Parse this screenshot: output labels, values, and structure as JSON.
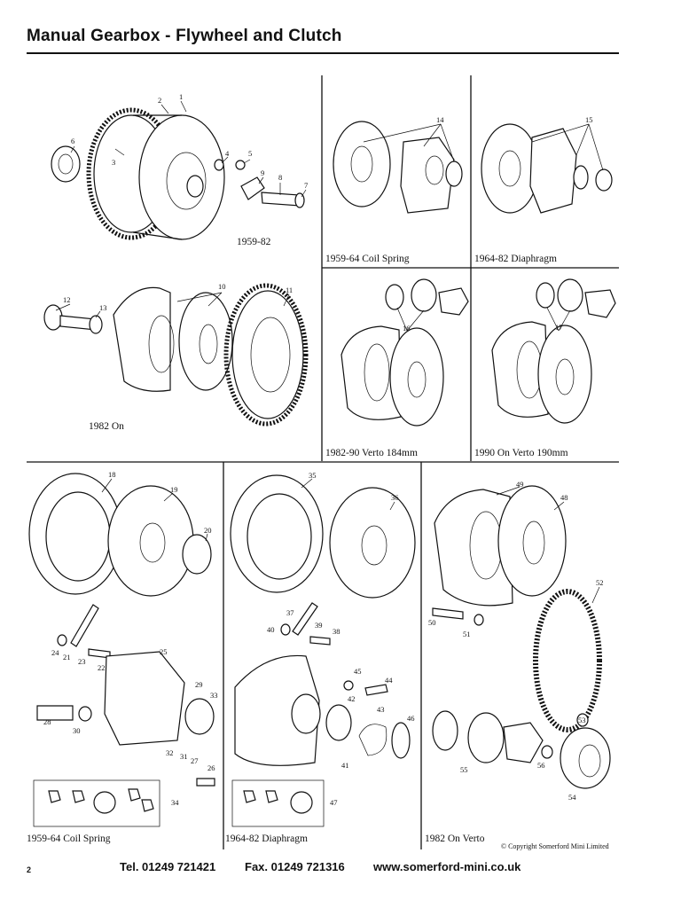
{
  "header": {
    "title": "Manual Gearbox - Flywheel and Clutch"
  },
  "panels": {
    "flywheel_1959": {
      "caption": "1959-82"
    },
    "flywheel_1982": {
      "caption": "1982 On"
    },
    "clutch_1959_coil": {
      "caption": "1959-64 Coil Spring"
    },
    "clutch_1964_diaphragm": {
      "caption": "1964-82 Diaphragm"
    },
    "verto_184": {
      "caption": "1982-90 Verto 184mm"
    },
    "verto_190": {
      "caption": "1990 On Verto 190mm"
    },
    "coil_spring_parts": {
      "caption": "1959-64 Coil Spring"
    },
    "diaphragm_parts": {
      "caption": "1964-82 Diaphragm"
    },
    "verto_parts": {
      "caption": "1982 On Verto"
    }
  },
  "callouts": [
    "1",
    "2",
    "3",
    "4",
    "5",
    "6",
    "7",
    "8",
    "9",
    "10",
    "11",
    "12",
    "13",
    "14",
    "15",
    "16",
    "17",
    "18",
    "19",
    "20",
    "21",
    "22",
    "23",
    "24",
    "25",
    "26",
    "27",
    "28",
    "29",
    "30",
    "31",
    "32",
    "33",
    "34",
    "35",
    "36",
    "37",
    "38",
    "39",
    "40",
    "41",
    "42",
    "43",
    "44",
    "45",
    "46",
    "47",
    "48",
    "49",
    "50",
    "51",
    "52",
    "53",
    "54",
    "55",
    "56"
  ],
  "copyright": "© Copyright Somerford Mini Limited",
  "footer": {
    "page_number": "2",
    "tel": "Tel. 01249 721421",
    "fax": "Fax. 01249 721316",
    "website": "www.somerford-mini.co.uk"
  }
}
